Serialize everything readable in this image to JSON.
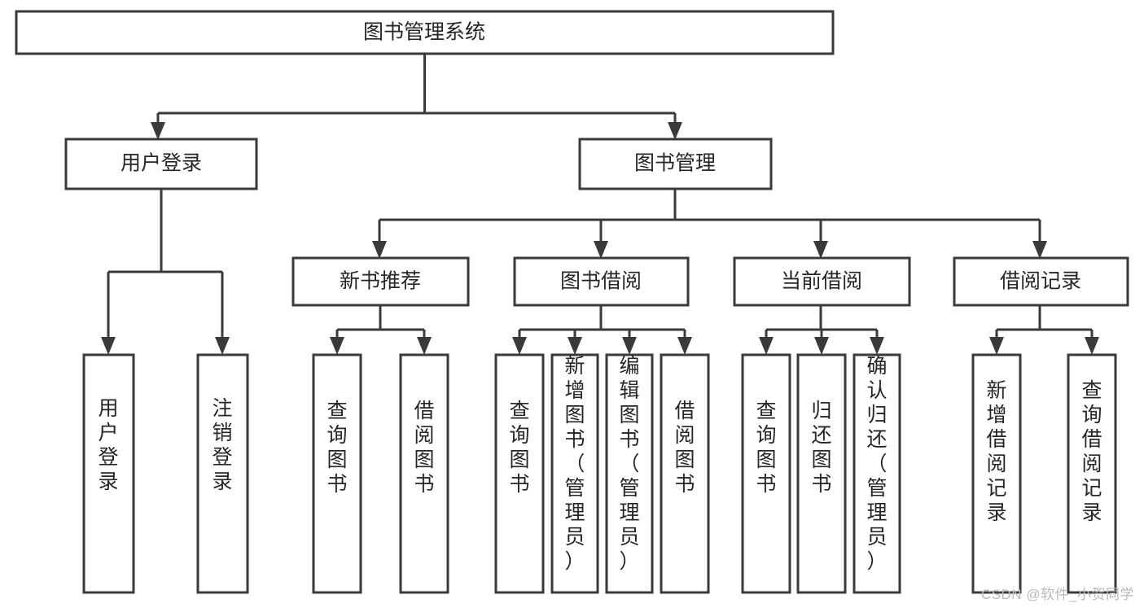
{
  "diagram": {
    "title": "图书管理系统",
    "watermark": "CSDN @软件_小贺同学",
    "colors": {
      "stroke": "#3a3a3a",
      "fill": "#ffffff",
      "text": "#262626",
      "watermark": "#b9b9b9",
      "background": "#ffffff"
    },
    "root": {
      "label": "图书管理系统"
    },
    "level2": [
      {
        "label": "用户登录"
      },
      {
        "label": "图书管理"
      }
    ],
    "level3": [
      {
        "label": "新书推荐"
      },
      {
        "label": "图书借阅"
      },
      {
        "label": "当前借阅"
      },
      {
        "label": "借阅记录"
      }
    ],
    "leaves": {
      "user_login": [
        {
          "label": "用户登录"
        },
        {
          "label": "注销登录"
        }
      ],
      "new_book": [
        {
          "label": "查询图书"
        },
        {
          "label": "借阅图书"
        }
      ],
      "book_borrow": [
        {
          "label": "查询图书"
        },
        {
          "label": "新增图书（管理员）"
        },
        {
          "label": "编辑图书（管理员）"
        },
        {
          "label": "借阅图书"
        }
      ],
      "current_borrow": [
        {
          "label": "查询图书"
        },
        {
          "label": "归还图书"
        },
        {
          "label": "确认归还（管理员）"
        }
      ],
      "borrow_record": [
        {
          "label": "新增借阅记录"
        },
        {
          "label": "查询借阅记录"
        }
      ]
    }
  },
  "chart_data": {
    "type": "diagram",
    "title": "图书管理系统",
    "diagram_kind": "tree-hierarchy",
    "orientation": "top-down",
    "levels": 4,
    "nodes": [
      {
        "id": "root",
        "label": "图书管理系统",
        "level": 1,
        "parent": null
      },
      {
        "id": "n-user-login",
        "label": "用户登录",
        "level": 2,
        "parent": "root"
      },
      {
        "id": "n-book-mgmt",
        "label": "图书管理",
        "level": 2,
        "parent": "root"
      },
      {
        "id": "n-new-book",
        "label": "新书推荐",
        "level": 3,
        "parent": "n-book-mgmt"
      },
      {
        "id": "n-book-borrow",
        "label": "图书借阅",
        "level": 3,
        "parent": "n-book-mgmt"
      },
      {
        "id": "n-current-borrow",
        "label": "当前借阅",
        "level": 3,
        "parent": "n-book-mgmt"
      },
      {
        "id": "n-borrow-record",
        "label": "借阅记录",
        "level": 3,
        "parent": "n-book-mgmt"
      },
      {
        "id": "l-user-login",
        "label": "用户登录",
        "level": 4,
        "parent": "n-user-login"
      },
      {
        "id": "l-user-logout",
        "label": "注销登录",
        "level": 4,
        "parent": "n-user-login"
      },
      {
        "id": "l-nb-query",
        "label": "查询图书",
        "level": 4,
        "parent": "n-new-book"
      },
      {
        "id": "l-nb-borrow",
        "label": "借阅图书",
        "level": 4,
        "parent": "n-new-book"
      },
      {
        "id": "l-bb-query",
        "label": "查询图书",
        "level": 4,
        "parent": "n-book-borrow"
      },
      {
        "id": "l-bb-add",
        "label": "新增图书（管理员）",
        "level": 4,
        "parent": "n-book-borrow"
      },
      {
        "id": "l-bb-edit",
        "label": "编辑图书（管理员）",
        "level": 4,
        "parent": "n-book-borrow"
      },
      {
        "id": "l-bb-borrow",
        "label": "借阅图书",
        "level": 4,
        "parent": "n-book-borrow"
      },
      {
        "id": "l-cb-query",
        "label": "查询图书",
        "level": 4,
        "parent": "n-current-borrow"
      },
      {
        "id": "l-cb-return",
        "label": "归还图书",
        "level": 4,
        "parent": "n-current-borrow"
      },
      {
        "id": "l-cb-confirm",
        "label": "确认归还（管理员）",
        "level": 4,
        "parent": "n-current-borrow"
      },
      {
        "id": "l-br-add",
        "label": "新增借阅记录",
        "level": 4,
        "parent": "n-borrow-record"
      },
      {
        "id": "l-br-query",
        "label": "查询借阅记录",
        "level": 4,
        "parent": "n-borrow-record"
      }
    ]
  }
}
